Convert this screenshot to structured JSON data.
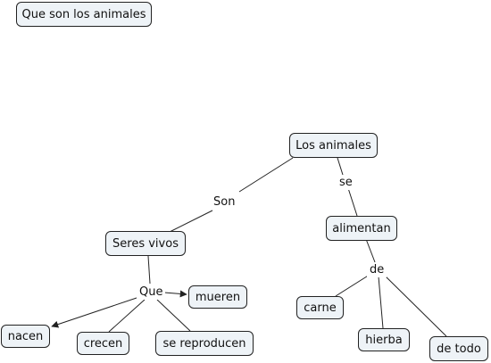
{
  "title": "Que son los animales",
  "nodes": {
    "animales": "Los animales",
    "seres_vivos": "Seres vivos",
    "alimentan": "alimentan",
    "mueren": "mueren",
    "nacen": "nacen",
    "crecen": "crecen",
    "reproducen": "se reproducen",
    "carne": "carne",
    "hierba": "hierba",
    "de_todo": "de todo"
  },
  "linking_words": {
    "son": "Son",
    "se": "se",
    "que": "Que",
    "de": "de"
  },
  "colors": {
    "node_fill": "#eef3f7",
    "line": "#222222"
  }
}
